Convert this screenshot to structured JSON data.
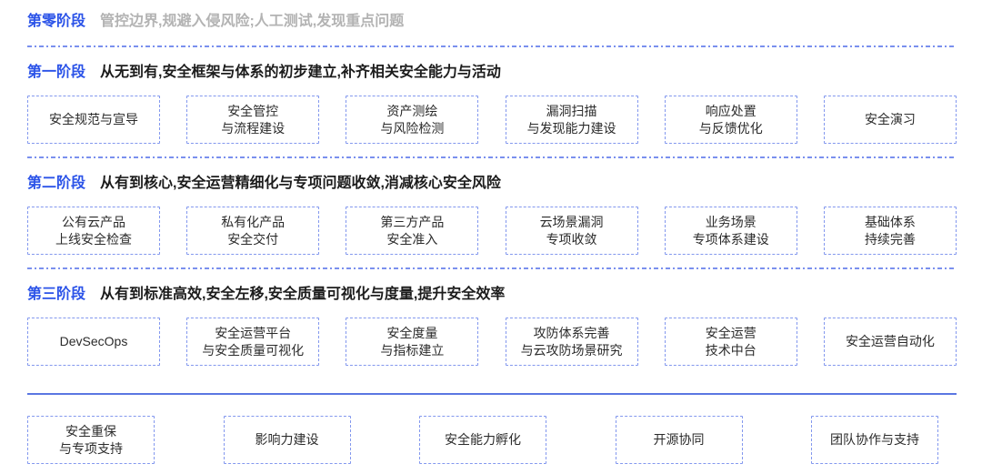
{
  "colors": {
    "stage_label": "#2b53e8",
    "muted_text": "#b3b3b3",
    "heading_text": "#1c1c1c",
    "box_border": "#8398ee",
    "box_text": "#2b2b2b",
    "dashed_separator": "#7a90ee",
    "solid_divider": "#5b76e2",
    "background": "#ffffff"
  },
  "stages": [
    {
      "label": "第零阶段",
      "description": "管控边界,规避入侵风险;人工测试,发现重点问题",
      "muted": true,
      "boxes": [],
      "separator_after": true
    },
    {
      "label": "第一阶段",
      "description": "从无到有,安全框架与体系的初步建立,补齐相关安全能力与活动",
      "muted": false,
      "boxes": [
        [
          "安全规范与宣导"
        ],
        [
          "安全管控",
          "与流程建设"
        ],
        [
          "资产测绘",
          "与风险检测"
        ],
        [
          "漏洞扫描",
          "与发现能力建设"
        ],
        [
          "响应处置",
          "与反馈优化"
        ],
        [
          "安全演习"
        ]
      ],
      "separator_after": true
    },
    {
      "label": "第二阶段",
      "description": "从有到核心,安全运营精细化与专项问题收敛,消减核心安全风险",
      "muted": false,
      "boxes": [
        [
          "公有云产品",
          "上线安全检查"
        ],
        [
          "私有化产品",
          "安全交付"
        ],
        [
          "第三方产品",
          "安全准入"
        ],
        [
          "云场景漏洞",
          "专项收敛"
        ],
        [
          "业务场景",
          "专项体系建设"
        ],
        [
          "基础体系",
          "持续完善"
        ]
      ],
      "separator_after": true
    },
    {
      "label": "第三阶段",
      "description": "从有到标准高效,安全左移,安全质量可视化与度量,提升安全效率",
      "muted": false,
      "boxes": [
        [
          "DevSecOps"
        ],
        [
          "安全运营平台",
          "与安全质量可视化"
        ],
        [
          "安全度量",
          "与指标建立"
        ],
        [
          "攻防体系完善",
          "与云攻防场景研究"
        ],
        [
          "安全运营",
          "技术中台"
        ],
        [
          "安全运营自动化"
        ]
      ],
      "separator_after": false
    }
  ],
  "bottom_row": {
    "boxes": [
      [
        "安全重保",
        "与专项支持"
      ],
      [
        "影响力建设"
      ],
      [
        "安全能力孵化"
      ],
      [
        "开源协同"
      ],
      [
        "团队协作与支持"
      ]
    ]
  }
}
